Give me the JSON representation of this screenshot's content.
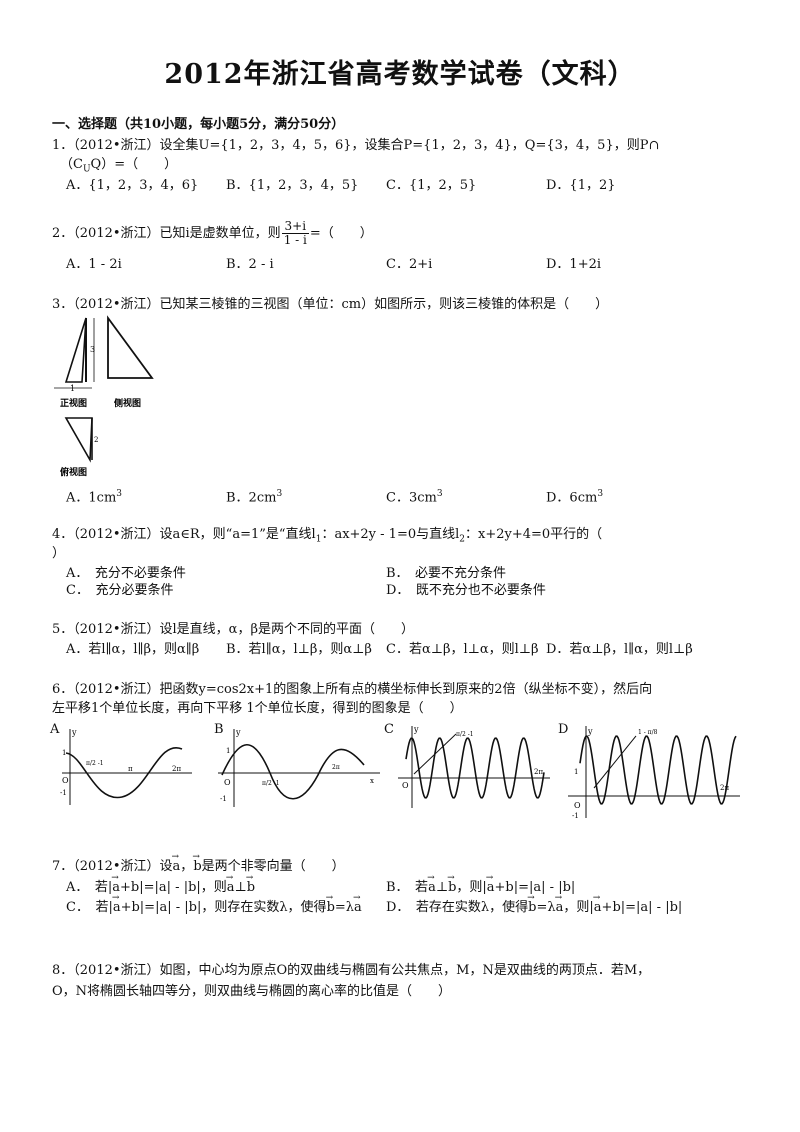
{
  "title": "2012年浙江省高考数学试卷（文科）",
  "section1": "一、选择题（共10小题，每小题5分，满分50分）",
  "q1": {
    "line1": "1．（2012•浙江）设全集U={1，2，3，4，5，6}，设集合P={1，2，3，4}，Q={3，4，5}，则P∩",
    "line2": "（C",
    "line2_sub": "U",
    "line2_rest": "Q）=（　　）",
    "A": "A．{1，2，3，4，6}",
    "B": "B．{1，2，3，4，5}",
    "C": "C．{1，2，5}",
    "D": "D．{1，2}"
  },
  "q2": {
    "stem": "2．（2012•浙江）已知i是虚数单位，则",
    "num": "3+i",
    "den": "1 - i",
    "tail": "=（　　）",
    "A": "A．1 - 2i",
    "B": "B．2 - i",
    "C": "C．2+i",
    "D": "D．1+2i"
  },
  "q3": {
    "stem": "3．（2012•浙江）已知某三棱锥的三视图（单位：cm）如图所示，则该三棱锥的体积是（　　）",
    "front_label": "正视图",
    "side_label": "侧视图",
    "top_label": "俯视图",
    "dim3": "3",
    "dim1": "1",
    "dim2": "2",
    "A": "A．1cm",
    "B": "B．2cm",
    "C": "C．3cm",
    "D": "D．6cm",
    "sup": "3"
  },
  "q4": {
    "line1a": "4．（2012•浙江）设a∈R，则“a=1”是“直线l",
    "sub1": "1",
    "line1b": "：ax+2y - 1=0与直线l",
    "sub2": "2",
    "line1c": "：x+2y+4=0平行的（",
    "line2": "）",
    "A": "A．　充分不必要条件",
    "B": "B．　必要不充分条件",
    "C": "C．　充分必要条件",
    "D": "D．　既不充分也不必要条件"
  },
  "q5": {
    "stem": "5．（2012•浙江）设l是直线，α，β是两个不同的平面（　　）",
    "A": "A．若l∥α，l∥β，则α∥β",
    "B": "B．若l∥α，l⊥β，则α⊥β",
    "C": "C．若α⊥β，l⊥α，则l⊥β",
    "D": "D．若α⊥β，l∥α，则l⊥β"
  },
  "q6": {
    "line1": "6．（2012•浙江）把函数y=cos2x+1的图象上所有点的横坐标伸长到原来的2倍（纵坐标不变），然后向",
    "line2": "左平移1个单位长度，再向下平移 1个单位长度，得到的图象是（　　）",
    "A": "A",
    "B": "B",
    "C": "C",
    "D": "D",
    "graph_labels": {
      "y": "y",
      "x": "x",
      "o": "O",
      "one": "1",
      "neg_one": "-1",
      "pi": "π",
      "two_pi": "2π",
      "pi_half_m1": "π/2 -1",
      "d_note": "1 - π/8"
    }
  },
  "q7": {
    "stem": "7．（2012•浙江）设",
    "stem_mid": "，",
    "stem_tail": "是两个非零向量（　　）",
    "a": "a",
    "b": "b",
    "A_pre": "A．　若|",
    "A_post": "|=|a| - |b|，则",
    "A_end": "⊥",
    "B_pre": "B．　若",
    "B_mid": "⊥",
    "B_post": "，则|",
    "B_end": "|=|a| - |b|",
    "C_pre": "C．　若|",
    "C_post": "|=|a| - |b|，则存在实数λ，使得",
    "C_end": "=λ",
    "D_pre": "D．　若存在实数λ，使得",
    "D_mid": "=λ",
    "D_post": "，则|",
    "D_end": "|=|a| - |b|",
    "sum": "a+b"
  },
  "q8": {
    "line1": "8．（2012•浙江）如图，中心均为原点O的双曲线与椭圆有公共焦点，M，N是双曲线的两顶点．若M，",
    "line2": "O，N将椭圆长轴四等分，则双曲线与椭圆的离心率的比值是（　　）"
  }
}
